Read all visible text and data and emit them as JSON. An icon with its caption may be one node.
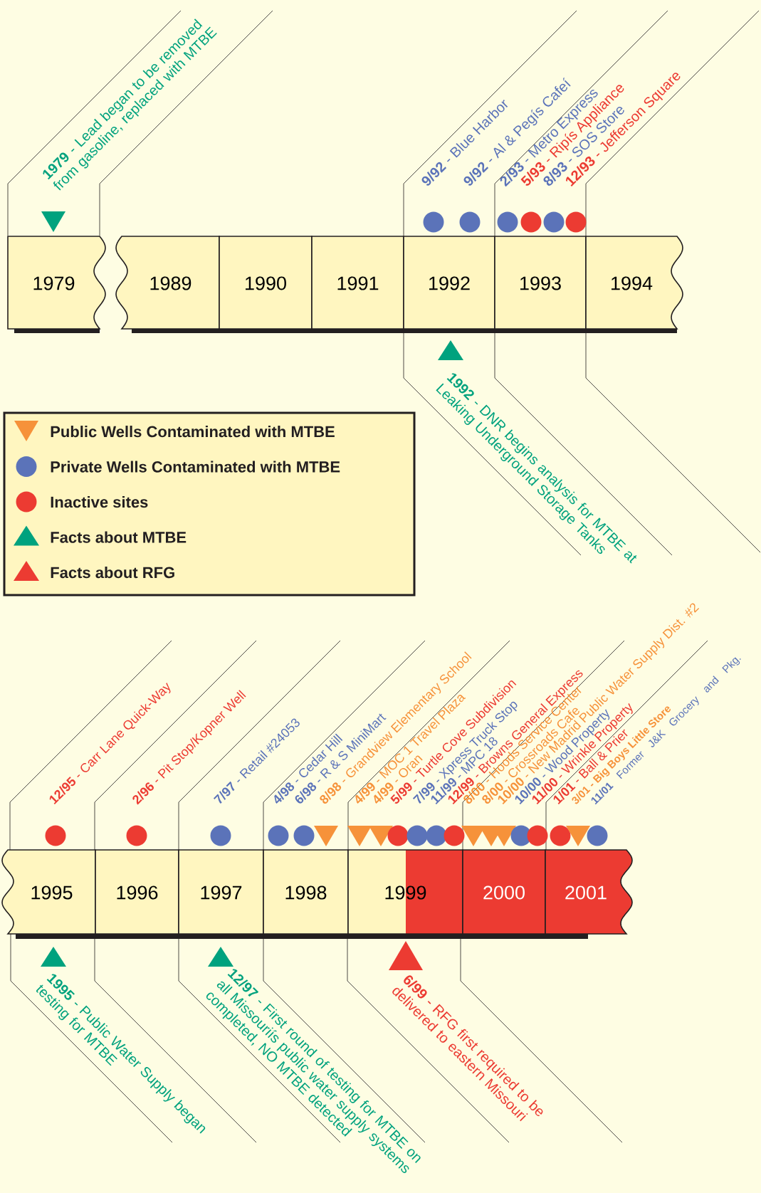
{
  "diagram": {
    "nodes": [
      {
        "text": [
          "1979"
        ]
      },
      {
        "text": [
          "1989"
        ]
      },
      {
        "text": [
          "1990"
        ]
      },
      {
        "text": [
          "1991"
        ]
      },
      {
        "text": [
          "1992"
        ]
      },
      {
        "text": [
          "1993"
        ]
      },
      {
        "text": [
          "1994"
        ]
      },
      {
        "text": [
          "1995"
        ]
      },
      {
        "text": [
          "1996"
        ]
      },
      {
        "text": [
          "1997"
        ]
      },
      {
        "text": [
          "1998"
        ]
      },
      {
        "text": [
          "1999"
        ]
      },
      {
        "text": [
          "2000"
        ]
      },
      {
        "text": [
          "2001"
        ]
      }
    ],
    "labels": [
      "**1979** - Lead began to be removed from gasoline, replaced with MTBE",
      "**9/92** - Blue Harbor",
      "**9/92** - Al & Pegís Cafeí",
      "**2/93** - Metro Express",
      "**5/93** - Ripís Appliance",
      "**8/93** - SOS Store",
      "**12/93** - Jefferson Square",
      "**1992** - DNR begins analysis for MTBE at Leaking Underground Storage Tanks",
      "**12/95** - Carr Lane Quick-Way",
      "**2/96** - Pit Stop/Kopner  Well",
      "**7/97** - Retail #24053",
      "**4/98** - Cedar Hill",
      "**6/98** - R & S MiniMart",
      "**8/98** - Grandview Elementary School",
      "**4/99** - MOC 1 Travel Plaza",
      "**4/99** - Oran",
      "**5/99** - Turtle Cove Subdivision",
      "**7/99** - Xpress Truck Stop",
      "**11/99** - MPC 18",
      "**12/99** - Browns General Express",
      "**8/00** - Hoods Service Center",
      "**8/00** - Crossroads Cafe",
      "**10/00** - New Madrid Public Water Supply Dist. #2",
      "**10/00** - Wood Property",
      "**11/00** - Wrinkle Property",
      "**1/01** - Ball & Prier",
      "3/01 - Big Boys Little Store",
      "**11/01** Former J&K Grocery and Pkg.",
      "**1995** - Public Water Supply began testing for MTBE",
      "**12/97** - First round of testing for MTBE on all Missouriís public water supply systems completed, NO MTBE detected",
      "**6/99** - RFG first required to be delivered to eastern Missouri"
    ],
    "legend": [
      {
        "text": "Public Wells Contaminated with MTBE"
      },
      {
        "text": "Private Wells Contaminated with MTBE"
      },
      {
        "text": "Inactive sites"
      },
      {
        "text": "Facts about MTBE"
      },
      {
        "text": "Facts about RFG"
      }
    ]
  }
}
